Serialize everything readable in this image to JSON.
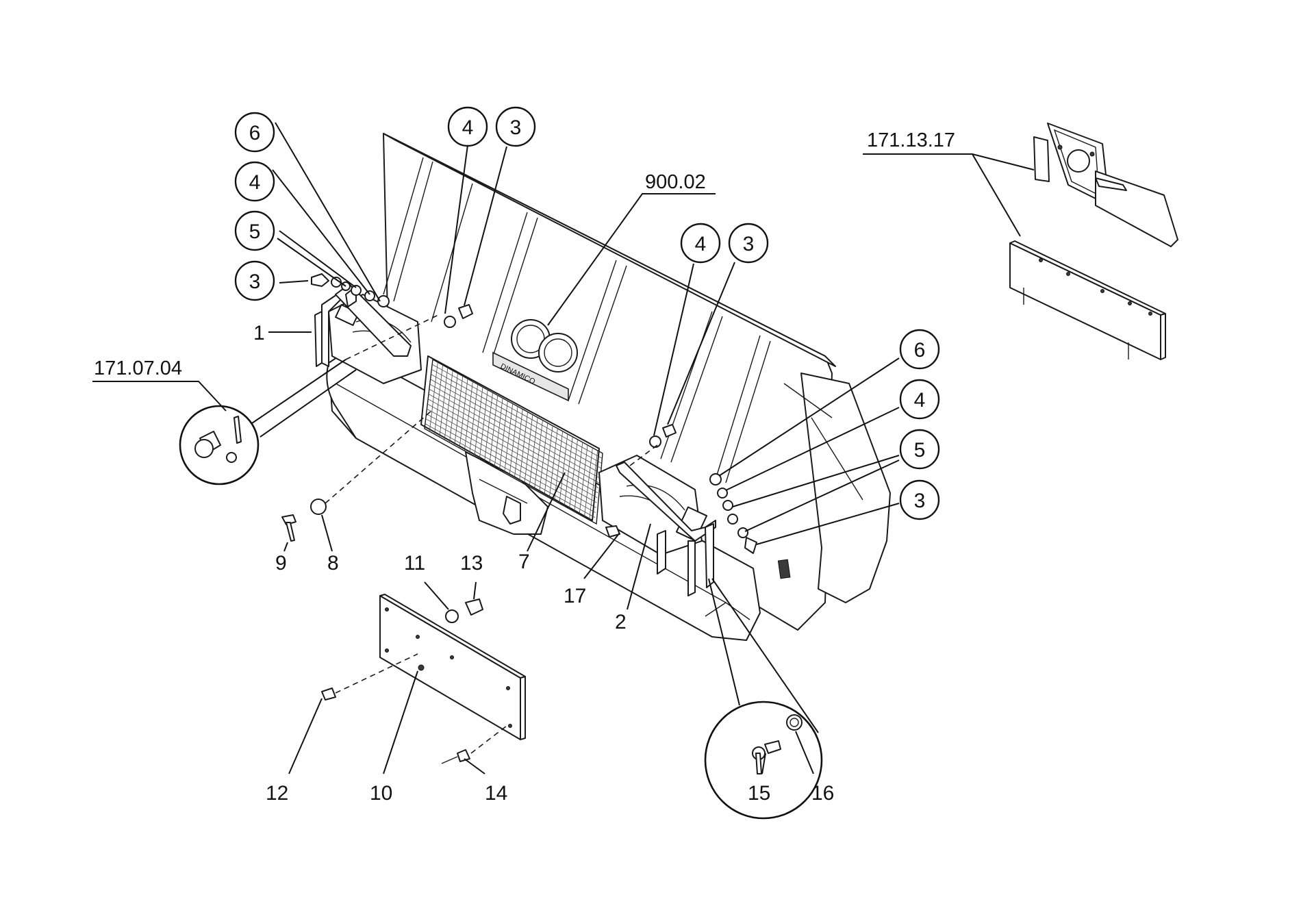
{
  "callouts": {
    "left_6": "6",
    "left_4": "4",
    "left_5": "5",
    "left_3": "3",
    "mid_4": "4",
    "mid_3": "3",
    "center_4": "4",
    "center_3": "3",
    "right_6": "6",
    "right_4": "4",
    "right_5": "5",
    "right_3": "3"
  },
  "refs": {
    "badge": "900.02",
    "left_detail": "171.07.04",
    "plate_kit": "171.13.17"
  },
  "labels": {
    "n1": "1",
    "n2": "2",
    "n7": "7",
    "n8": "8",
    "n9": "9",
    "n10": "10",
    "n11": "11",
    "n12": "12",
    "n13": "13",
    "n14": "14",
    "n15": "15",
    "n16": "16",
    "n17": "17"
  },
  "badge_text": "DINAMICO"
}
